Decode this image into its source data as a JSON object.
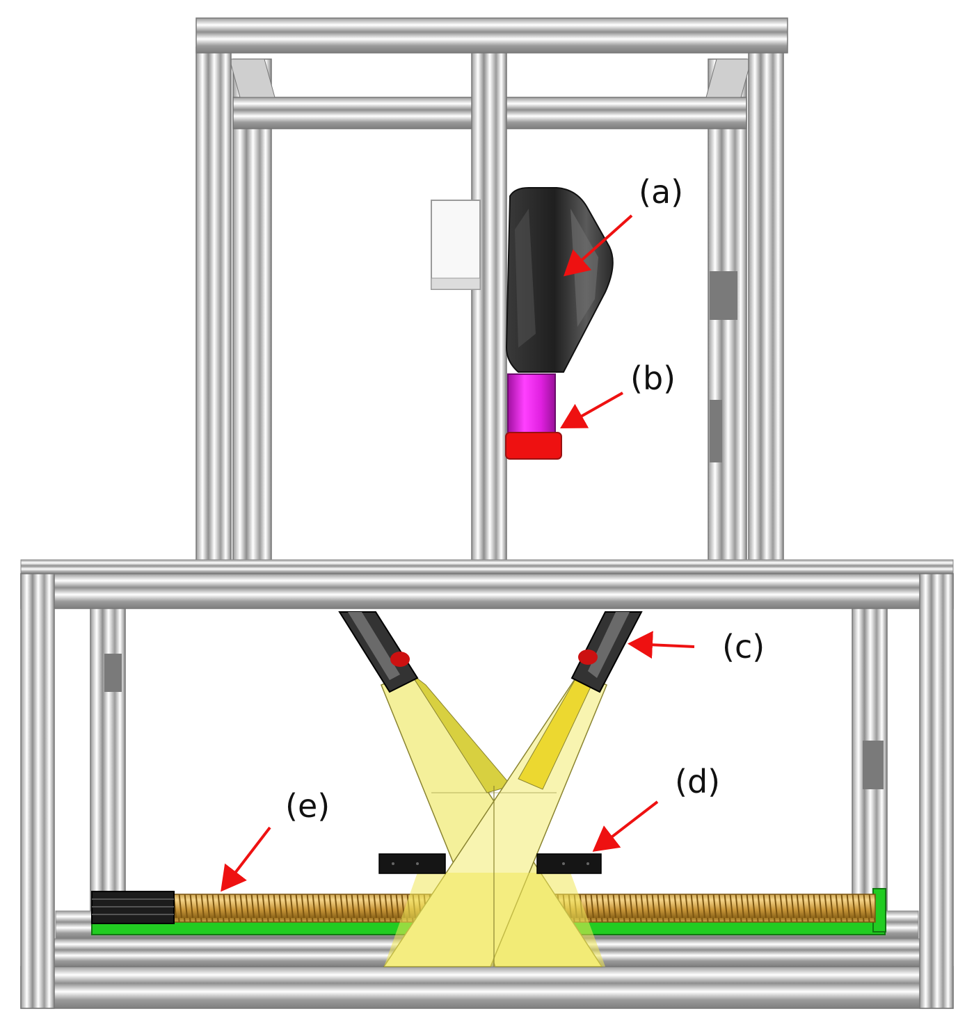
{
  "labels": {
    "a": "(a)",
    "b": "(b)",
    "c": "(c)",
    "d": "(d)",
    "e": "(e)"
  },
  "colors": {
    "frame_light": "#f4f4f4",
    "frame_mid": "#b9b9b9",
    "frame_dark": "#6e6e6e",
    "camera_body": "#2a2a2a",
    "lens": "#e020e0",
    "lens_ring": "#ee1111",
    "light_source": "#333333",
    "light_beam": "#f4f09a",
    "light_beam_dark": "#d8d040",
    "lead_screw": "#d8a84a",
    "rail": "#22cc22",
    "motor": "#1c1c1c",
    "stage_mount": "#111111",
    "arrow": "#ee1111"
  }
}
